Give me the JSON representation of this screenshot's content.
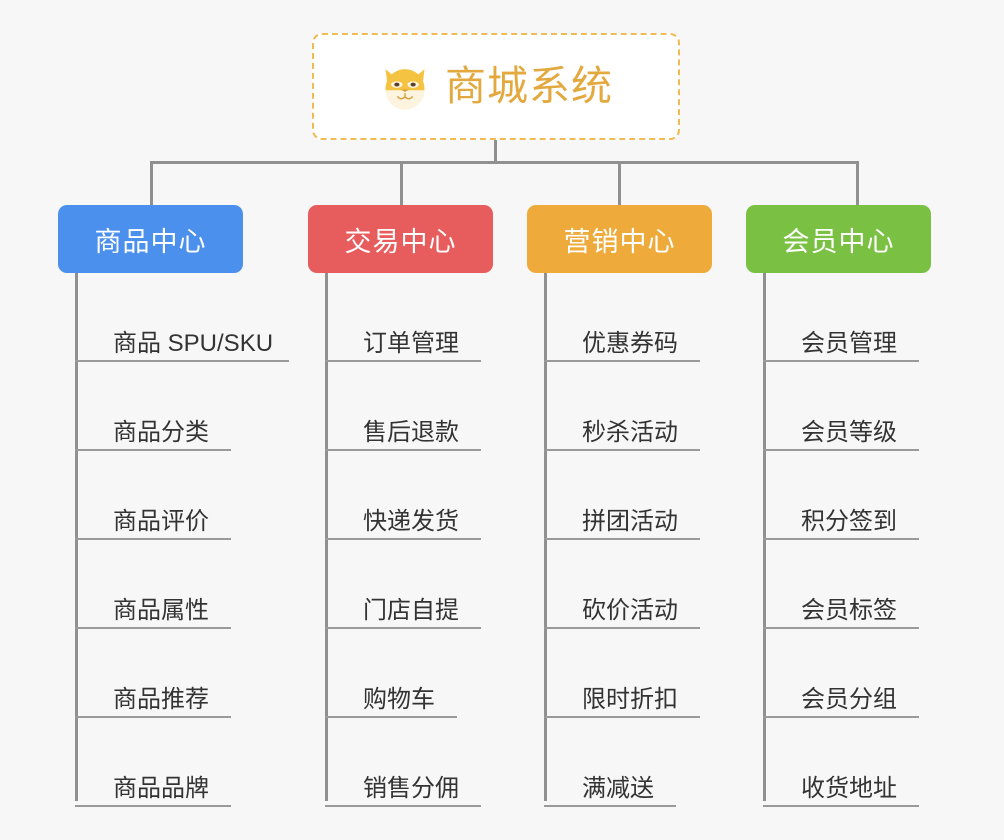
{
  "diagram": {
    "type": "mindmap-tree",
    "background_color": "#f7f7f7",
    "root": {
      "title": "商城系统",
      "icon": "dog-face-icon",
      "border_color": "#f0bb55",
      "text_color": "#e3a93f",
      "background_color": "#ffffff"
    },
    "connector_color": "#909090",
    "branches": [
      {
        "label": "商品中心",
        "color": "#4a90ec",
        "items": [
          "商品 SPU/SKU",
          "商品分类",
          "商品评价",
          "商品属性",
          "商品推荐",
          "商品品牌"
        ]
      },
      {
        "label": "交易中心",
        "color": "#e75c5c",
        "items": [
          "订单管理",
          "售后退款",
          "快递发货",
          "门店自提",
          "购物车",
          "销售分佣"
        ]
      },
      {
        "label": "营销中心",
        "color": "#eeab3c",
        "items": [
          "优惠券码",
          "秒杀活动",
          "拼团活动",
          "砍价活动",
          "限时折扣",
          "满减送"
        ]
      },
      {
        "label": "会员中心",
        "color": "#7ac143",
        "items": [
          "会员管理",
          "会员等级",
          "积分签到",
          "会员标签",
          "会员分组",
          "收货地址"
        ]
      }
    ]
  }
}
